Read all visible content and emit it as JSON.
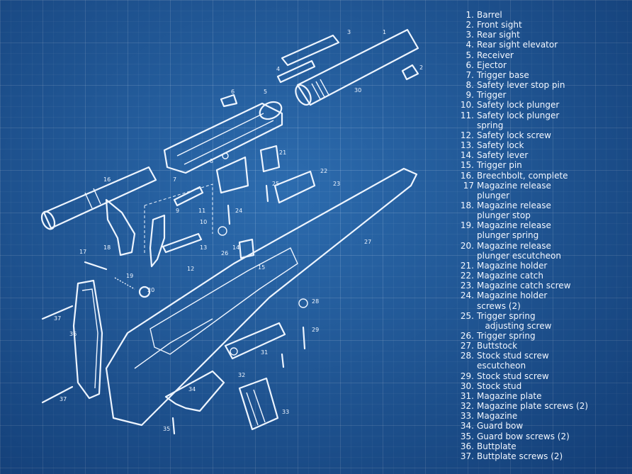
{
  "palette": {
    "background": "#1f5b9c",
    "line": "#eef5ff"
  },
  "legend": [
    {
      "n": "1.",
      "t": "Barrel"
    },
    {
      "n": "2.",
      "t": "Front sight"
    },
    {
      "n": "3.",
      "t": "Rear sight"
    },
    {
      "n": "4.",
      "t": "Rear sight elevator"
    },
    {
      "n": "5.",
      "t": "Receiver"
    },
    {
      "n": "6.",
      "t": "Ejector"
    },
    {
      "n": "7.",
      "t": "Trigger base"
    },
    {
      "n": "8.",
      "t": "Safety lever stop pin"
    },
    {
      "n": "9.",
      "t": "Trigger"
    },
    {
      "n": "10.",
      "t": "Safety lock plunger"
    },
    {
      "n": "11.",
      "t": "Safety lock plunger\nspring"
    },
    {
      "n": "12.",
      "t": "Safety lock screw"
    },
    {
      "n": "13.",
      "t": "Safety lock"
    },
    {
      "n": "14.",
      "t": "Safety lever"
    },
    {
      "n": "15.",
      "t": "Trigger pin"
    },
    {
      "n": "16.",
      "t": "Breechbolt, complete"
    },
    {
      "n": "17",
      "t": "Magazine release\nplunger"
    },
    {
      "n": "18.",
      "t": "Magazine release\nplunger stop"
    },
    {
      "n": "19.",
      "t": "Magazine release\nplunger spring"
    },
    {
      "n": "20.",
      "t": "Magazine release\nplunger escutcheon"
    },
    {
      "n": "21.",
      "t": "Magazine holder"
    },
    {
      "n": "22.",
      "t": "Magazine catch"
    },
    {
      "n": "23.",
      "t": "Magazine catch screw"
    },
    {
      "n": "24.",
      "t": "Magazine holder\nscrews (2)"
    },
    {
      "n": "25.",
      "t": "Trigger spring\n   adjusting screw"
    },
    {
      "n": "26.",
      "t": "Trigger spring"
    },
    {
      "n": "27.",
      "t": "Buttstock"
    },
    {
      "n": "28.",
      "t": "Stock stud screw\nescutcheon"
    },
    {
      "n": "29.",
      "t": "Stock stud screw"
    },
    {
      "n": "30.",
      "t": "Stock stud"
    },
    {
      "n": "31.",
      "t": "Magazine plate"
    },
    {
      "n": "32.",
      "t": "Magazine plate screws (2)"
    },
    {
      "n": "33.",
      "t": "Magazine"
    },
    {
      "n": "34.",
      "t": "Guard bow"
    },
    {
      "n": "35.",
      "t": "Guard bow screws (2)"
    },
    {
      "n": "36.",
      "t": "Buttplate"
    },
    {
      "n": "37.",
      "t": "Buttplate screws (2)"
    }
  ],
  "callouts": [
    "1",
    "2",
    "3",
    "4",
    "5",
    "6",
    "7",
    "8",
    "9",
    "10",
    "11",
    "12",
    "13",
    "14",
    "15",
    "16",
    "17",
    "18",
    "19",
    "20",
    "21",
    "22",
    "23",
    "24",
    "24",
    "25",
    "26",
    "27",
    "28",
    "29",
    "30",
    "31",
    "32",
    "33",
    "34",
    "35",
    "36",
    "37",
    "37"
  ]
}
